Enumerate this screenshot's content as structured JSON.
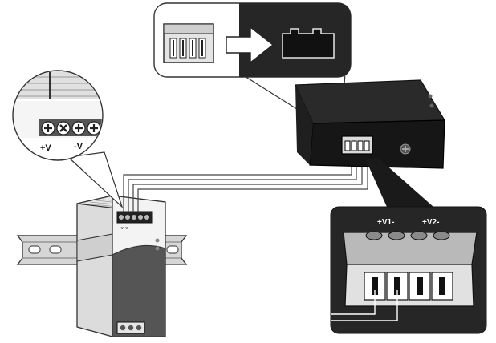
{
  "psu_callout": {
    "pos_label": "+V",
    "neg_label": "-V"
  },
  "psu_small": {
    "terminal_text": "+V   -V"
  },
  "terminal_callout": {
    "v1_label": "+V1-",
    "v2_label": "+V2-"
  },
  "colors": {
    "device_body": "#1a1a1a",
    "callout_dark": "#262626",
    "psu_body": "#f2f2f2",
    "rail": "#d9d9d9",
    "wire": "#444444"
  }
}
